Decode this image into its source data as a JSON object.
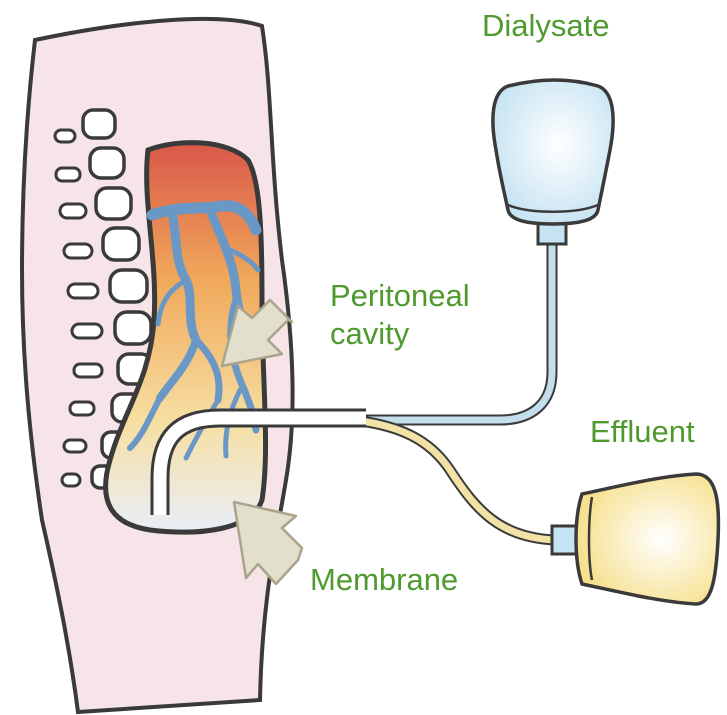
{
  "labels": {
    "dialysate": "Dialysate",
    "peritoneal_line1": "Peritoneal",
    "peritoneal_line2": "cavity",
    "effluent": "Effluent",
    "membrane": "Membrane"
  },
  "colors": {
    "label_green": "#4f9a2e",
    "body_skin": "#f6e4e8",
    "outline": "#3a3a3a",
    "bone_fill": "#ffffff",
    "cavity_top": "#d9574a",
    "cavity_mid": "#f0a85a",
    "cavity_low": "#f6dfa3",
    "cavity_bottom": "#e9eef8",
    "vessel_blue": "#6a98c6",
    "dialysate_bag": "#cfe8f4",
    "dialysate_tube": "#b8d7e7",
    "effluent_bag": "#f8e6a0",
    "effluent_tube": "#f1e0a3",
    "arrow_fill": "#e3dfcd",
    "arrow_stroke": "#aaa48c"
  },
  "icons": {
    "dialysate_bag": "dialysate-bag-icon",
    "effluent_bag": "effluent-bag-icon",
    "arrow": "pointer-arrow-icon",
    "catheter": "catheter-icon"
  }
}
